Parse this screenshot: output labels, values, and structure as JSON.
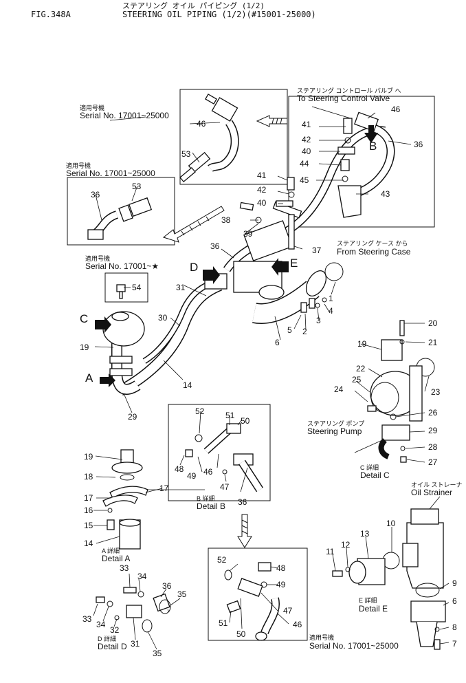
{
  "header": {
    "fig": "FIG.348A",
    "title_jp": "ステアリング オイル パイピング (1/2)",
    "title_en": "STEERING OIL PIPING (1/2)(#15001-25000)"
  },
  "insets": {
    "serial_top_jp": "適用号機",
    "serial_top": "Serial No. 17001~25000",
    "serial_mid_jp": "適用号機",
    "serial_mid": "Serial No. 17001~25000",
    "serial_star_jp": "適用号機",
    "serial_star": "Serial No. 17001~★",
    "serial_bottom_jp": "適用号機",
    "serial_bottom": "Serial No. 17001~25000"
  },
  "callouts": {
    "to_control_valve_jp": "ステアリング コントロール バルブ へ",
    "to_control_valve": "To Steering Control Valve",
    "from_case_jp": "ステアリング ケース から",
    "from_case": "From Steering Case",
    "pump_jp": "ステアリング ポンプ",
    "pump": "Steering Pump",
    "strainer_jp": "オイル ストレーナ",
    "strainer": "Oil Strainer"
  },
  "details": {
    "a_jp": "A 詳細",
    "a": "Detail A",
    "b_jp": "B 詳細",
    "b": "Detail B",
    "c_jp": "C 詳細",
    "c": "Detail C",
    "d_jp": "D 詳細",
    "d": "Detail D",
    "e_jp": "E 詳細",
    "e": "Detail E"
  },
  "view_letters": {
    "a": "A",
    "b": "B",
    "c": "C",
    "d": "D",
    "e": "E"
  },
  "part_numbers": {
    "p1": "1",
    "p2": "2",
    "p3": "3",
    "p4": "4",
    "p5": "5",
    "p6": "6",
    "p7": "7",
    "p8": "8",
    "p9": "9",
    "p10": "10",
    "p11": "11",
    "p12": "12",
    "p13": "13",
    "p14": "14",
    "p15": "15",
    "p16": "16",
    "p17": "17",
    "p18": "18",
    "p19": "19",
    "p20": "20",
    "p21": "21",
    "p22": "22",
    "p23": "23",
    "p24": "24",
    "p25": "25",
    "p26": "26",
    "p27": "27",
    "p28": "28",
    "p29": "29",
    "p30": "30",
    "p31": "31",
    "p32": "32",
    "p33": "33",
    "p34": "34",
    "p35": "35",
    "p36": "36",
    "p37": "37",
    "p38": "38",
    "p39": "39",
    "p40": "40",
    "p41": "41",
    "p42": "42",
    "p43": "43",
    "p44": "44",
    "p45": "45",
    "p46": "46",
    "p47": "47",
    "p48": "48",
    "p49": "49",
    "p50": "50",
    "p51": "51",
    "p52": "52",
    "p53": "53",
    "p54": "54"
  }
}
